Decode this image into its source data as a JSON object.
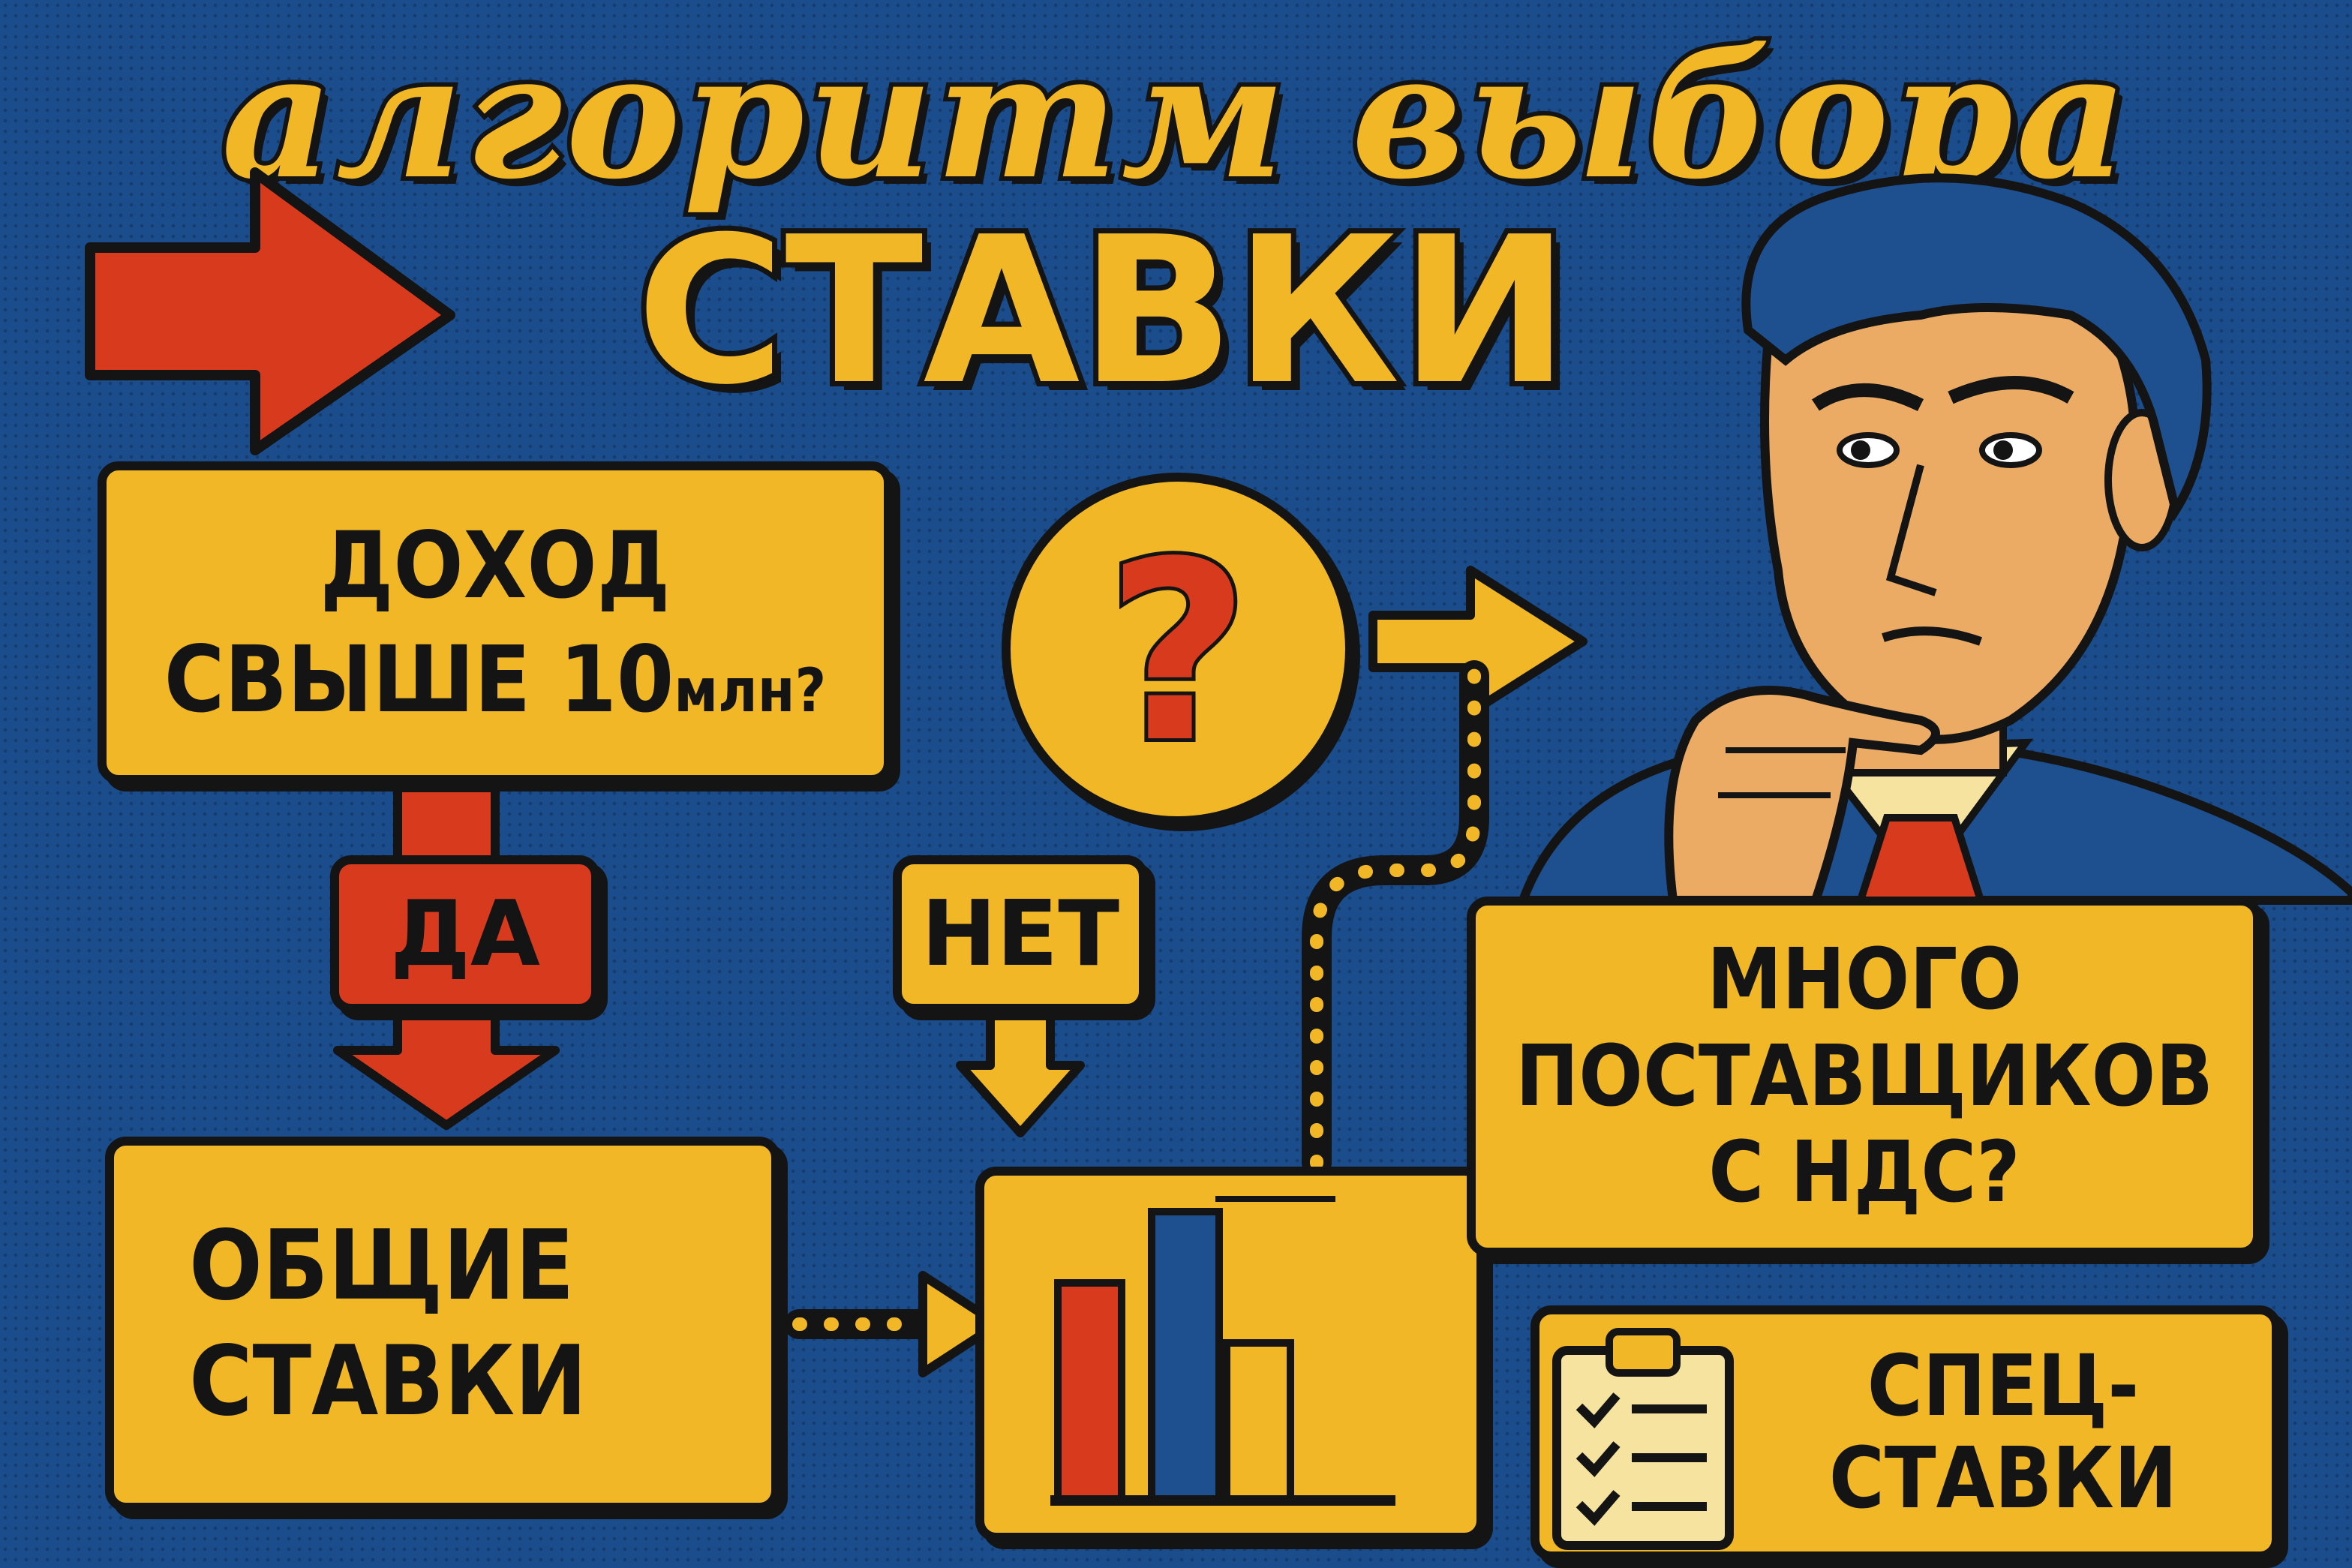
{
  "title": {
    "line1": "алгоритм выбора",
    "line2": "СТАВКИ"
  },
  "flow": {
    "start_question": {
      "line1": "ДОХОД",
      "line2": "СВЫШЕ 10",
      "line2_small": "млн?"
    },
    "yes_label": "ДА",
    "no_label": "НЕТ",
    "question_mark": "?",
    "general_rates": {
      "line1": "ОБЩИЕ",
      "line2": "СТАВКИ"
    },
    "suppliers_question": {
      "line1": "МНОГО",
      "line2": "ПОСТАВЩИКОВ",
      "line3": "С НДС?"
    },
    "special_rates": {
      "line1": "СПЕЦ-",
      "line2": "СТАВКИ"
    }
  },
  "colors": {
    "background": "#1b4d8c",
    "box_fill": "#f2b726",
    "accent_red": "#d83a1e",
    "outline": "#141414"
  }
}
